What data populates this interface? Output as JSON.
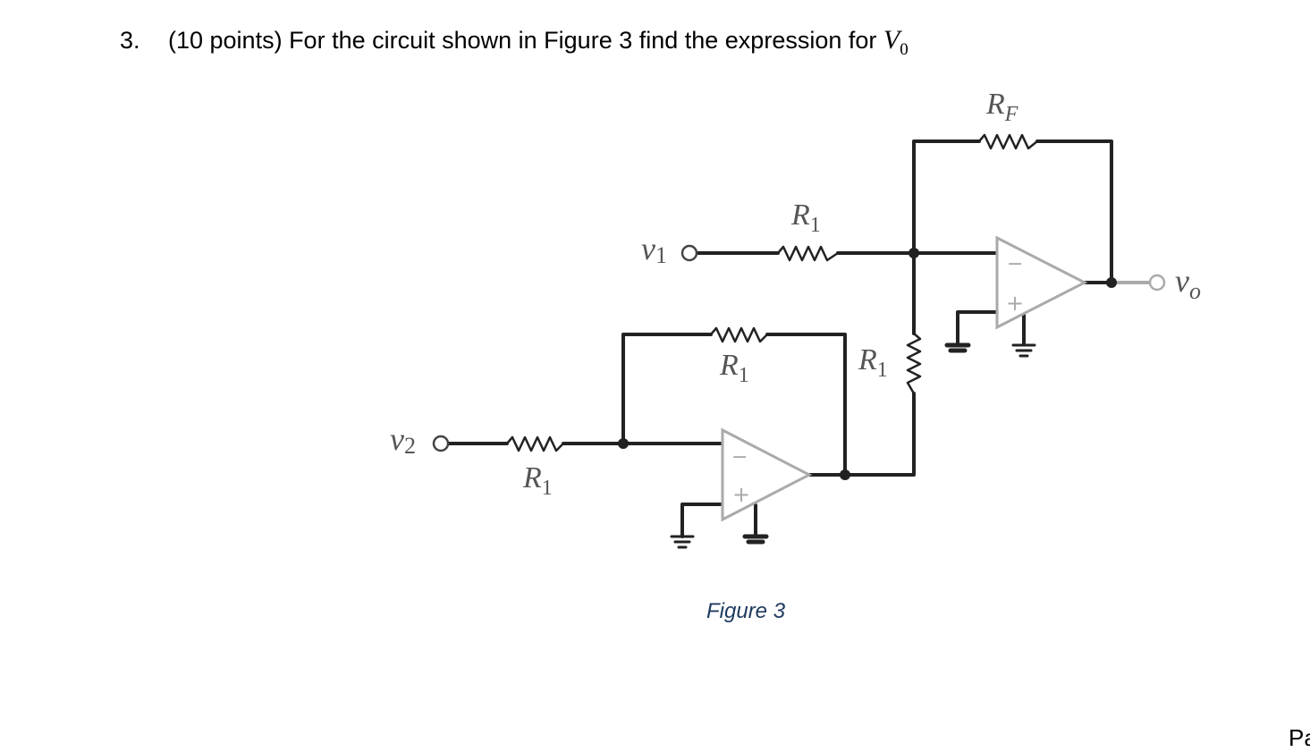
{
  "question": {
    "number": "3.",
    "text": "(10 points) For the circuit shown in Figure 3 find the expression for",
    "variable": "V",
    "variable_sub": "0"
  },
  "circuit": {
    "labels": {
      "rf": "R",
      "rf_sub": "F",
      "r1_top": "R",
      "r1_top_sub": "1",
      "r1_mid": "R",
      "r1_mid_sub": "1",
      "r1_vert": "R",
      "r1_vert_sub": "1",
      "r1_bottom": "R",
      "r1_bottom_sub": "1",
      "v1": "v",
      "v1_sub": "1",
      "v2": "v",
      "v2_sub": "2",
      "vo": "v",
      "vo_sub": "o"
    },
    "opamp_minus": "−",
    "opamp_plus": "+"
  },
  "caption": "Figure 3",
  "page_corner": "Pa"
}
